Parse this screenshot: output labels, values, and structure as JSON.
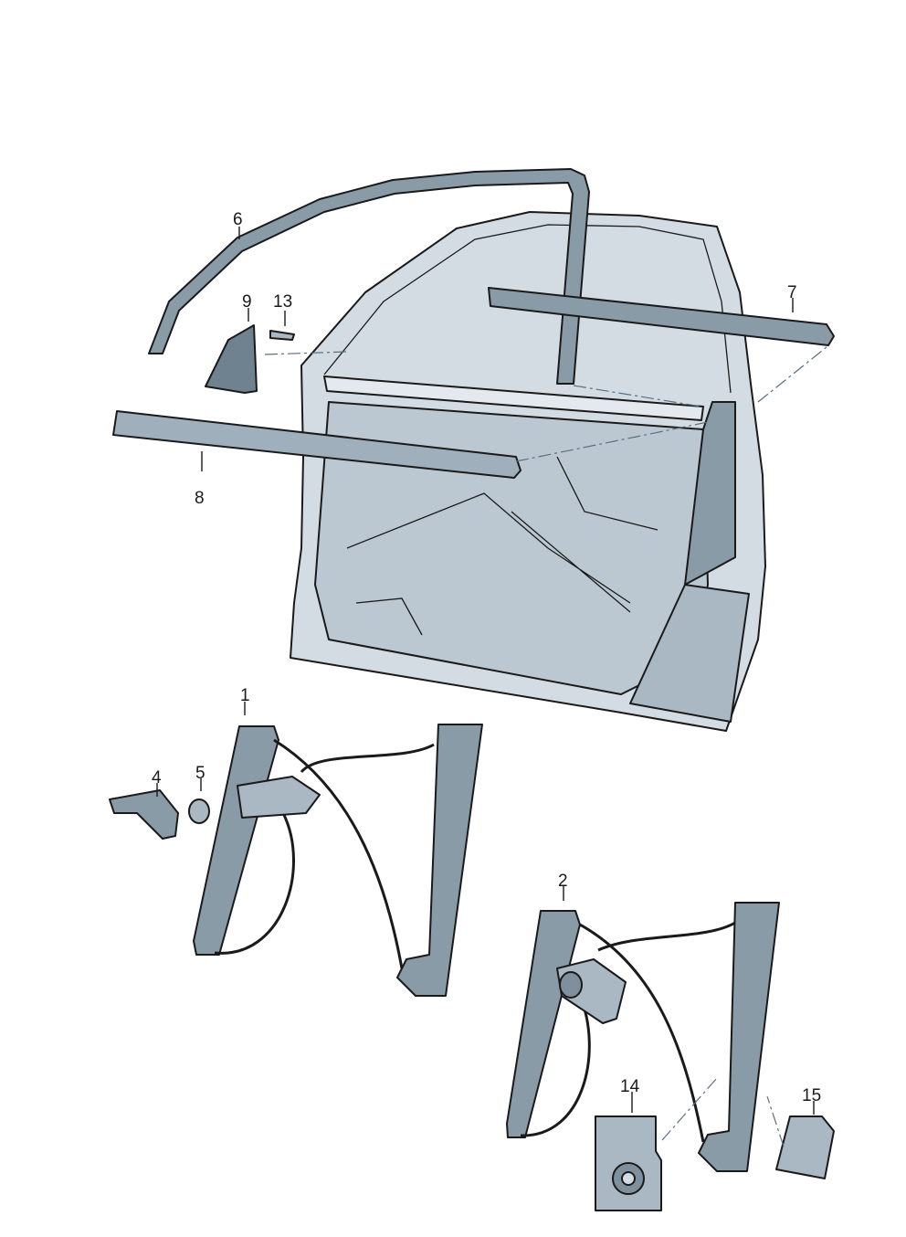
{
  "diagram": {
    "colors": {
      "light": "#d3dce3",
      "mid": "#a9b8c3",
      "dark": "#7e909d",
      "outline": "#1a1a1a"
    },
    "callouts": {
      "c1": "1",
      "c2": "2",
      "c4": "4",
      "c5": "5",
      "c6": "6",
      "c7": "7",
      "c8": "8",
      "c9": "9",
      "c13": "13",
      "c14": "14",
      "c15": "15"
    }
  }
}
